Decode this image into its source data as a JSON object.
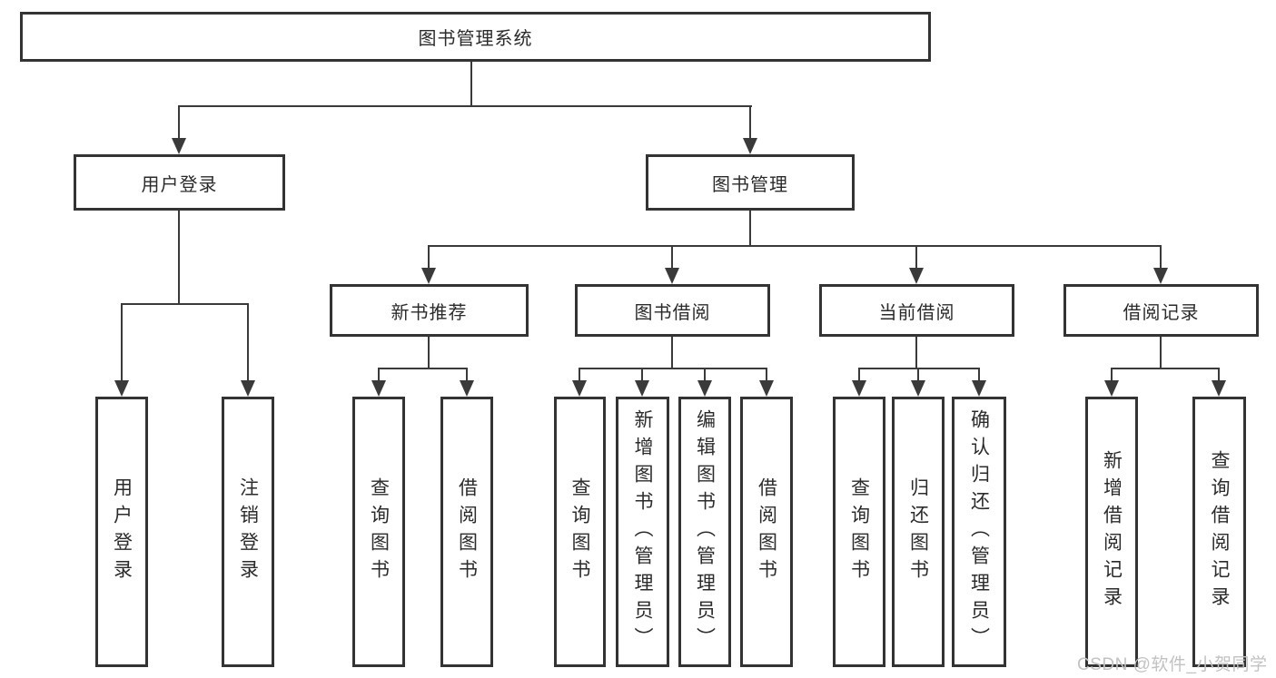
{
  "diagram_title": "图书管理系统",
  "tree": {
    "label": "图书管理系统",
    "children": [
      {
        "label": "用户登录",
        "children": [
          {
            "label": "用户登录"
          },
          {
            "label": "注销登录"
          }
        ]
      },
      {
        "label": "图书管理",
        "children": [
          {
            "label": "新书推荐",
            "children": [
              {
                "label": "查询图书"
              },
              {
                "label": "借阅图书"
              }
            ]
          },
          {
            "label": "图书借阅",
            "children": [
              {
                "label": "查询图书"
              },
              {
                "label": "新增图书（管理员）"
              },
              {
                "label": "编辑图书（管理员）"
              },
              {
                "label": "借阅图书"
              }
            ]
          },
          {
            "label": "当前借阅",
            "children": [
              {
                "label": "查询图书"
              },
              {
                "label": "归还图书"
              },
              {
                "label": "确认归还（管理员）"
              }
            ]
          },
          {
            "label": "借阅记录",
            "children": [
              {
                "label": "新增借阅记录"
              },
              {
                "label": "查询借阅记录"
              }
            ]
          }
        ]
      }
    ]
  },
  "watermark": {
    "text": "CSDN @软件_小贺同学"
  },
  "colors": {
    "line": "#3a3a3a",
    "box_border": "#333333",
    "text": "#2b2b2b",
    "watermark": "#c2c2c2",
    "background": "#ffffff"
  }
}
